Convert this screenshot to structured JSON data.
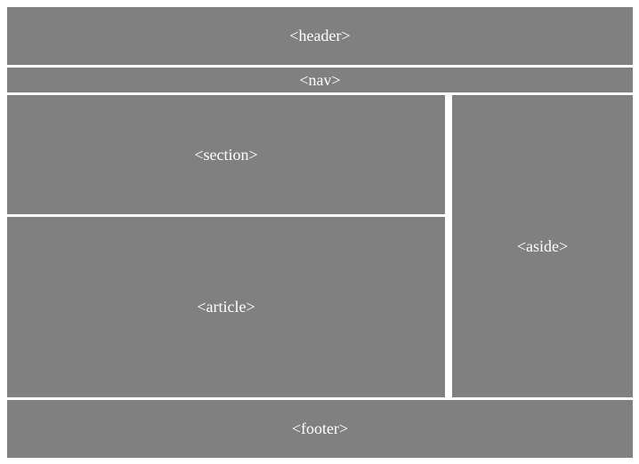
{
  "layout": {
    "header": "<header>",
    "nav": "<nav>",
    "section": "<section>",
    "article": "<article>",
    "aside": "<aside>",
    "footer": "<footer>"
  },
  "colors": {
    "block": "#808080",
    "text": "#ffffff",
    "background": "#ffffff"
  }
}
